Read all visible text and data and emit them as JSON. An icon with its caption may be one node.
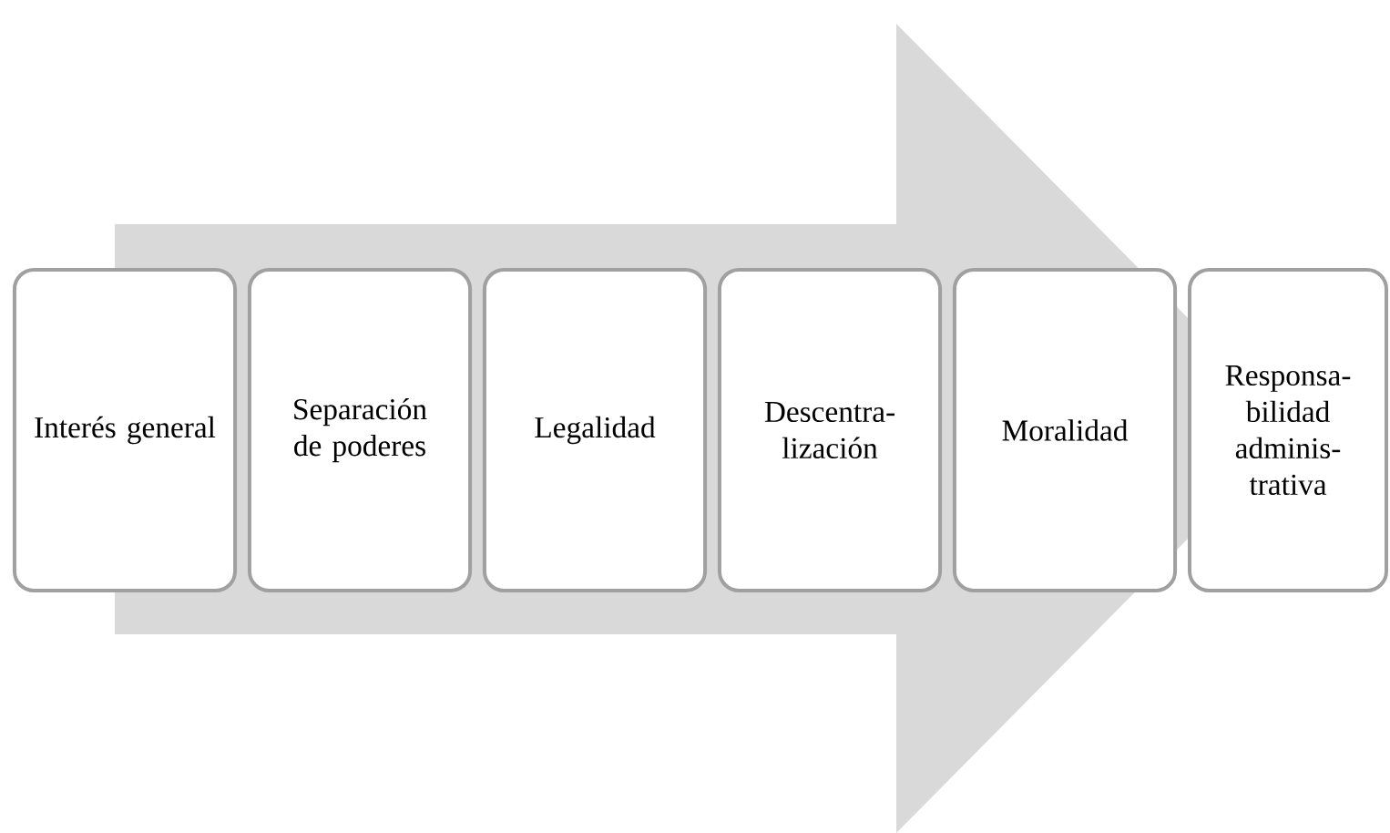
{
  "diagram": {
    "nodes": [
      {
        "text": [
          "Interés general"
        ]
      },
      {
        "text": [
          "Separación de poderes"
        ]
      },
      {
        "text": [
          "Legalidad"
        ]
      },
      {
        "text": [
          "Descentra- lización"
        ]
      },
      {
        "text": [
          "Moralidad"
        ]
      },
      {
        "text": [
          "Responsa- bilidad adminis- trativa"
        ]
      }
    ],
    "edges": [
      {
        "from": 0,
        "to": 5,
        "arrow": "to"
      }
    ]
  }
}
